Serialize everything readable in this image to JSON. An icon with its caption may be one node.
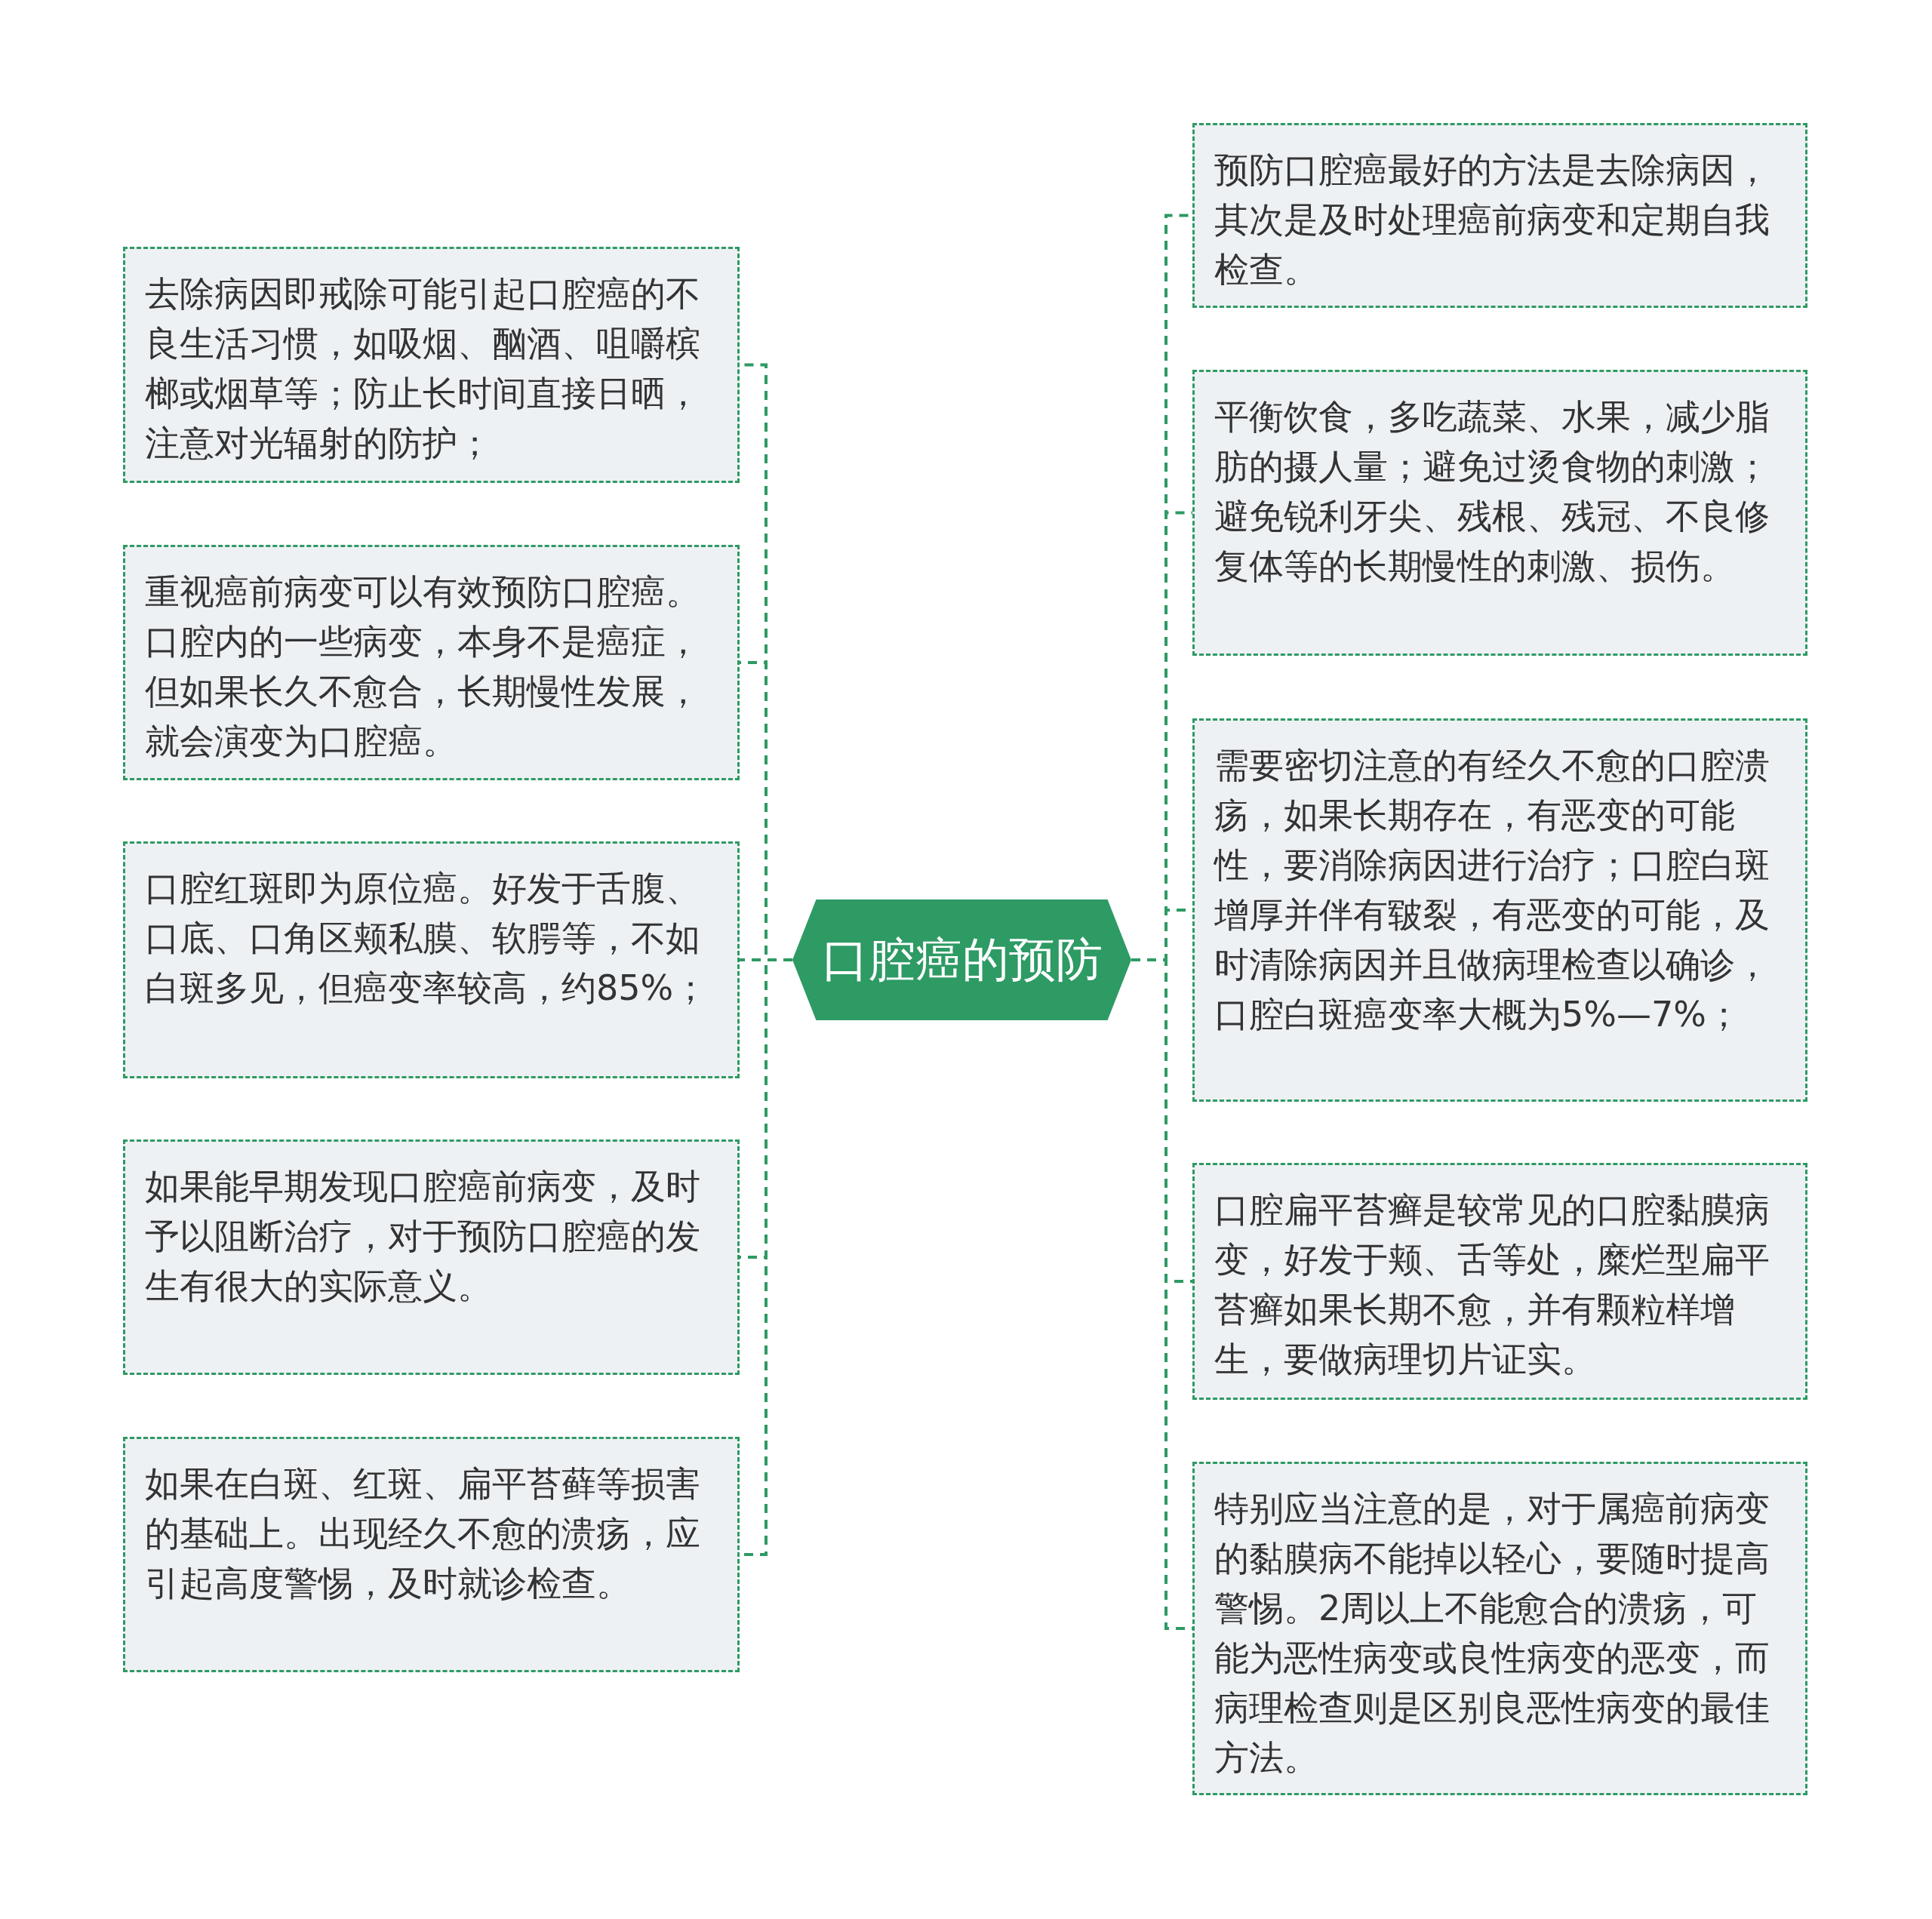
{
  "diagram": {
    "nodes": [
      {
        "text": [
          "口腔癌的预防"
        ]
      },
      {
        "text": [
          "去除病因即戒除可能引起口腔癌的不良生活习惯，如吸烟、酗酒、咀嚼槟榔或烟草等；防止长时间直接日晒，注意对光辐射的防护；"
        ]
      },
      {
        "text": [
          "重视癌前病变可以有效预防口腔癌。口腔内的一些病变，本身不是癌症，但如果长久不愈合，长期慢性发展，就会演变为口腔癌。"
        ]
      },
      {
        "text": [
          "口腔红斑即为原位癌。好发于舌腹、口底、口角区颊私膜、软腭等，不如白斑多见，但癌变率较高，约85%；"
        ]
      },
      {
        "text": [
          "如果能早期发现口腔癌前病变，及时予以阻断治疗，对于预防口腔癌的发生有很大的实际意义。"
        ]
      },
      {
        "text": [
          "如果在白斑、红斑、扁平苔藓等损害的基础上。出现经久不愈的溃疡，应引起高度警惕，及时就诊检查。"
        ]
      },
      {
        "text": [
          "预防口腔癌最好的方法是去除病因，其次是及时处理癌前病变和定期自我检查。"
        ]
      },
      {
        "text": [
          "平衡饮食，多吃蔬菜、水果，减少脂肪的摄人量；避免过烫食物的刺激；避免锐利牙尖、残根、残冠、不良修复体等的长期慢性的刺激、损伤。"
        ]
      },
      {
        "text": [
          "需要密切注意的有经久不愈的口腔溃疡，如果长期存在，有恶变的可能性，要消除病因进行治疗；口腔白斑增厚并伴有皲裂，有恶变的可能，及时清除病因并且做病理检查以确诊，口腔白斑癌变率大概为5%—7%；"
        ]
      },
      {
        "text": [
          "口腔扁平苔癣是较常见的口腔黏膜病变，好发于颊、舌等处，糜烂型扁平苔癣如果长期不愈，并有颗粒样增生，要做病理切片证实。"
        ]
      },
      {
        "text": [
          "特别应当注意的是，对于属癌前病变的黏膜病不能掉以轻心，要随时提高警惕。2周以上不能愈合的溃疡，可能为恶性病变或良性病变的恶变，而病理检查则是区别良恶性病变的最佳方法。"
        ]
      }
    ],
    "edges": [
      {
        "from": 0,
        "to": 1,
        "arrow": "none",
        "style": "dashed"
      },
      {
        "from": 0,
        "to": 2,
        "arrow": "none",
        "style": "dashed"
      },
      {
        "from": 0,
        "to": 3,
        "arrow": "none",
        "style": "dashed"
      },
      {
        "from": 0,
        "to": 4,
        "arrow": "none",
        "style": "dashed"
      },
      {
        "from": 0,
        "to": 5,
        "arrow": "none",
        "style": "dashed"
      },
      {
        "from": 0,
        "to": 6,
        "arrow": "none",
        "style": "dashed"
      },
      {
        "from": 0,
        "to": 7,
        "arrow": "none",
        "style": "dashed"
      },
      {
        "from": 0,
        "to": 8,
        "arrow": "none",
        "style": "dashed"
      },
      {
        "from": 0,
        "to": 9,
        "arrow": "none",
        "style": "dashed"
      },
      {
        "from": 0,
        "to": 10,
        "arrow": "none",
        "style": "dashed"
      }
    ]
  }
}
